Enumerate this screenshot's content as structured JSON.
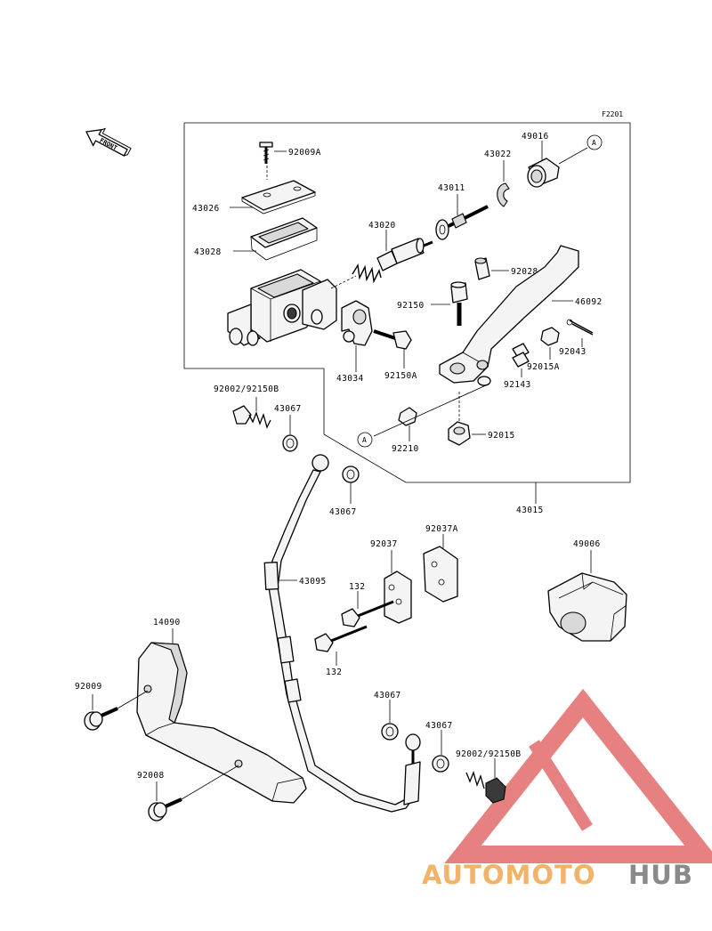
{
  "diagram_code": "F2201",
  "front_label": "FRONT",
  "callout_letter": "A",
  "labels": {
    "l_92009A": "92009A",
    "l_43026": "43026",
    "l_43028": "43028",
    "l_43020": "43020",
    "l_43011": "43011",
    "l_43022": "43022",
    "l_49016": "49016",
    "l_92028": "92028",
    "l_92150": "92150",
    "l_46092": "46092",
    "l_92043": "92043",
    "l_92015A": "92015A",
    "l_92143": "92143",
    "l_43034": "43034",
    "l_92150A": "92150A",
    "l_92002_92150B_top": "92002/92150B",
    "l_43067_a": "43067",
    "l_92210": "92210",
    "l_92015": "92015",
    "l_43067_b": "43067",
    "l_43015": "43015",
    "l_92037": "92037",
    "l_92037A": "92037A",
    "l_49006": "49006",
    "l_43095": "43095",
    "l_132_a": "132",
    "l_132_b": "132",
    "l_14090": "14090",
    "l_92009": "92009",
    "l_43067_c": "43067",
    "l_43067_d": "43067",
    "l_92002_92150B_bot": "92002/92150B",
    "l_92008": "92008"
  },
  "watermark": {
    "part1": "AUTOMOTO",
    "part2": "HUB",
    "color1": "#f2b26a",
    "color2": "#8a8a8a",
    "triangle_color": "#e36a6a"
  }
}
